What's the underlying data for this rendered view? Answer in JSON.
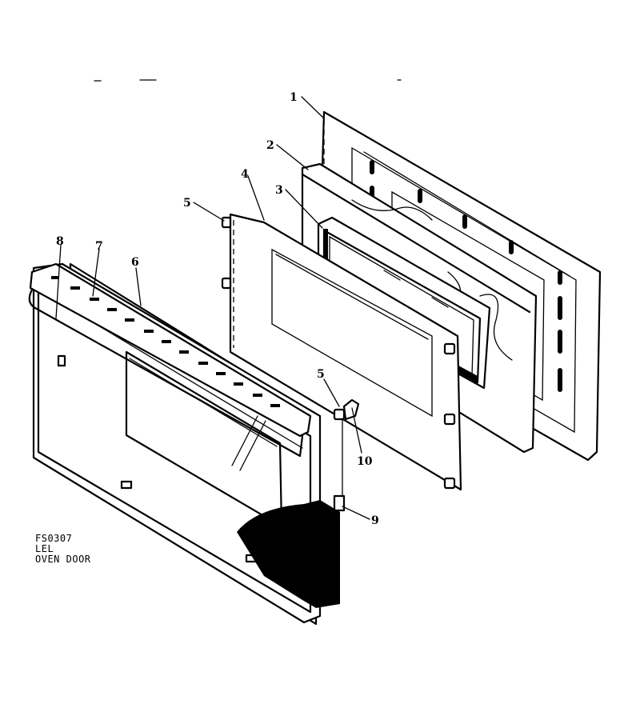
{
  "callouts": [
    {
      "label": "1"
    },
    {
      "label": "2"
    },
    {
      "label": "3"
    },
    {
      "label": "4"
    },
    {
      "label": "5"
    },
    {
      "label": "5"
    },
    {
      "label": "6"
    },
    {
      "label": "7"
    },
    {
      "label": "8"
    },
    {
      "label": "9"
    },
    {
      "label": "10"
    }
  ],
  "caption": {
    "code": "FS0307",
    "model": "LEL",
    "title": "OVEN DOOR"
  }
}
